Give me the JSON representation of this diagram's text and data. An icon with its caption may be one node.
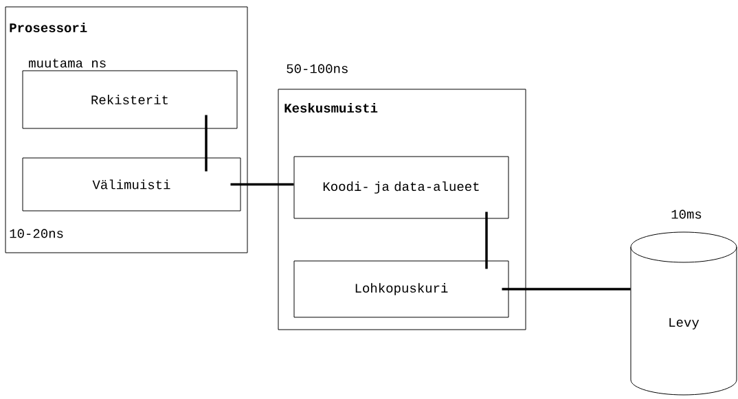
{
  "diagram": {
    "nodes": [
      {
        "text": [
          "Prosessori",
          "muutama ns",
          "10-20ns"
        ]
      },
      {
        "text": [
          "Rekisterit"
        ],
        "in": 0
      },
      {
        "text": [
          "Välimuisti"
        ],
        "in": 0
      },
      {
        "text": [
          "Keskusmuisti"
        ],
        "beside": [
          "50-100ns"
        ]
      },
      {
        "text": [
          "Koodi- ja data-alueet"
        ],
        "in": 3
      },
      {
        "text": [
          "Lohkopuskuri"
        ],
        "in": 3
      },
      {
        "text": [
          "Levy"
        ],
        "beside": [
          "10ms"
        ]
      }
    ],
    "edges": [
      {
        "from": 1,
        "to": 2,
        "arrow": "none"
      },
      {
        "from": 2,
        "to": 4,
        "arrow": "none"
      },
      {
        "from": 4,
        "to": 5,
        "arrow": "none"
      },
      {
        "from": 5,
        "to": 6,
        "arrow": "none"
      }
    ]
  }
}
